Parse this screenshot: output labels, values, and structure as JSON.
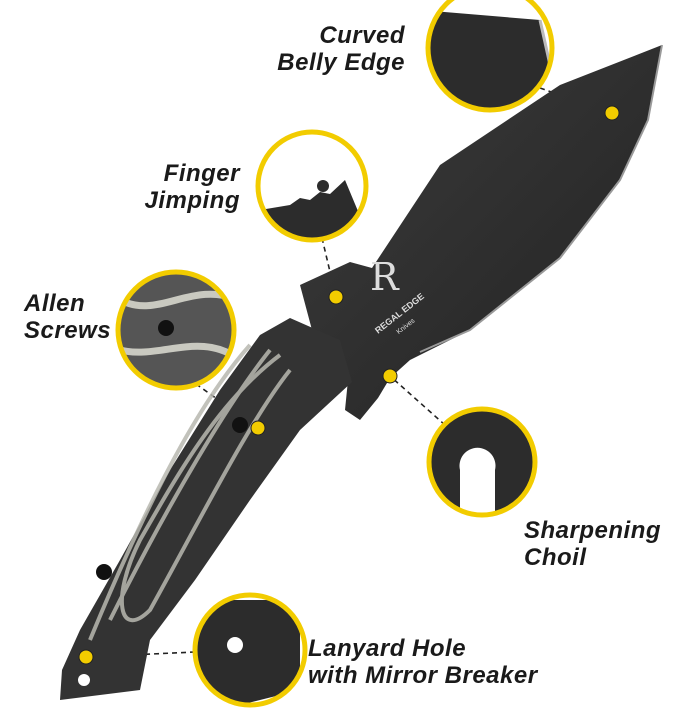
{
  "callouts": [
    {
      "label_line1": "Curved",
      "label_line2": "Belly Edge"
    },
    {
      "label_line1": "Finger",
      "label_line2": "Jimping"
    },
    {
      "label_line1": "Allen",
      "label_line2": "Screws"
    },
    {
      "label_line1": "Sharpening",
      "label_line2": "Choil"
    },
    {
      "label_line1": "Lanyard Hole",
      "label_line2": "with Mirror Breaker"
    }
  ],
  "logo": {
    "letter": "R",
    "brand": "REGAL EDGE",
    "sub": "Knives"
  },
  "colors": {
    "accent": "#f2cc00",
    "blade": "#2f2f2f",
    "handle": "#3a3a3a",
    "handle_grain": "#b8b8b0"
  }
}
